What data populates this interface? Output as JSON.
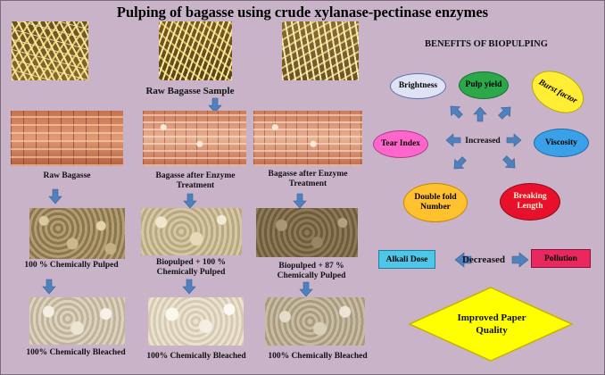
{
  "title": "Pulping of bagasse using crude xylanase-pectinase enzymes",
  "left": {
    "raw_sample_label": "Raw Bagasse Sample",
    "row_captions": {
      "micro": [
        "Raw Bagasse",
        "Bagasse after Enzyme Treatment",
        "Bagasse after Enzyme Treatment"
      ],
      "pulped": [
        "100 % Chemically Pulped",
        "Biopulped + 100 % Chemically Pulped",
        "Biopulped + 87 % Chemically Pulped"
      ],
      "bleached": [
        "100% Chemically Bleached",
        "100% Chemically Bleached",
        "100% Chemically Bleached"
      ]
    }
  },
  "right": {
    "heading": "BENEFITS OF BIOPULPING",
    "center": "Increased",
    "increased_items": [
      {
        "id": "brightness",
        "label": "Brightness",
        "color": "#dfe3f5"
      },
      {
        "id": "pulp-yield",
        "label": "Pulp yield",
        "color": "#2aa84a"
      },
      {
        "id": "burst-factor",
        "label": "Burst factor",
        "color": "#ffee33"
      },
      {
        "id": "tear-index",
        "label": "Tear Index",
        "color": "#ff66cc"
      },
      {
        "id": "viscosity",
        "label": "Viscosity",
        "color": "#3aa0e8"
      },
      {
        "id": "double-fold",
        "label": "Double fold Number",
        "color": "#ffc22e"
      },
      {
        "id": "breaking-length",
        "label": "Breaking Length",
        "color": "#e8102a"
      }
    ],
    "decreased": {
      "label": "Decreased",
      "left": "Alkali Dose",
      "right": "Pollution",
      "left_color": "#4ec6e8",
      "right_color": "#e8285e"
    },
    "outcome": "Improved Paper Quality",
    "outcome_color": "#ffff00"
  },
  "colors": {
    "background": "#c9b3c9",
    "arrow": "#4f81bd"
  }
}
